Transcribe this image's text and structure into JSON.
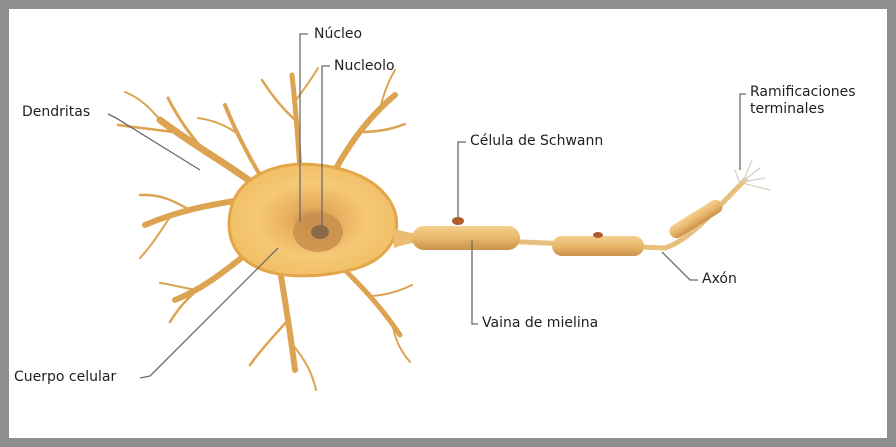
{
  "diagram": {
    "labels": {
      "nucleo": "Núcleo",
      "nucleolo": "Nucleolo",
      "dendritas": "Dendritas",
      "celula_schwann": "Célula de Schwann",
      "ramificaciones_line1": "Ramificaciones",
      "ramificaciones_line2": "terminales",
      "axon": "Axón",
      "vaina_mielina": "Vaina de mielina",
      "cuerpo_celular": "Cuerpo celular"
    },
    "colors": {
      "frame": "#8e8e8e",
      "cell_body": "#f2c56a",
      "cell_edge": "#e0a344",
      "nucleus": "#c99a4e",
      "dendrite": "#d9a04a",
      "myelin": "#e9bf76",
      "leader_line": "#6b6b6b",
      "label_text": "#1f1f1f"
    }
  }
}
